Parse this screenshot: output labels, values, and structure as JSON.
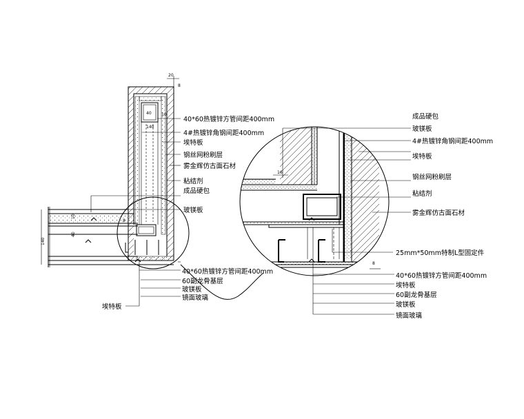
{
  "left_detail": {
    "labels": [
      "40*60热镀锌方管间距400mm",
      "4#热镀锌角钢间距400mm",
      "埃特板",
      "钢丝网粉刷层",
      "雾金辉仿古面石材",
      "粘结剂",
      "成品硬包",
      "玻镁板"
    ],
    "bottom_labels": [
      "40*60热镀锌方管间距400mm",
      "60副龙骨基层",
      "玻镁板",
      "镜面玻璃"
    ],
    "side_label": "埃特板",
    "dims": {
      "top_width": "20",
      "top_cap": "8",
      "tube_w": "40",
      "tube_gap": "10",
      "tube_h": "140",
      "wall_thk": "10",
      "wall_a": "8",
      "total": "140",
      "inner": "40",
      "side": "10"
    }
  },
  "right_detail": {
    "top_labels": [
      "成品硬包",
      "玻镁板",
      "4#热镀锌角钢间距400mm",
      "埃特板",
      "钢丝网粉刷层",
      "粘结剂",
      "雾金辉仿古面石材"
    ],
    "bottom_labels": [
      "25mm*50mm特制L型固定件",
      "40*60热镀锌方管间距400mm",
      "埃特板",
      "60副龙骨基层",
      "玻镁板",
      "镜面玻璃"
    ],
    "dims": {
      "left_gap": "16",
      "bottom_gap": "8"
    }
  }
}
